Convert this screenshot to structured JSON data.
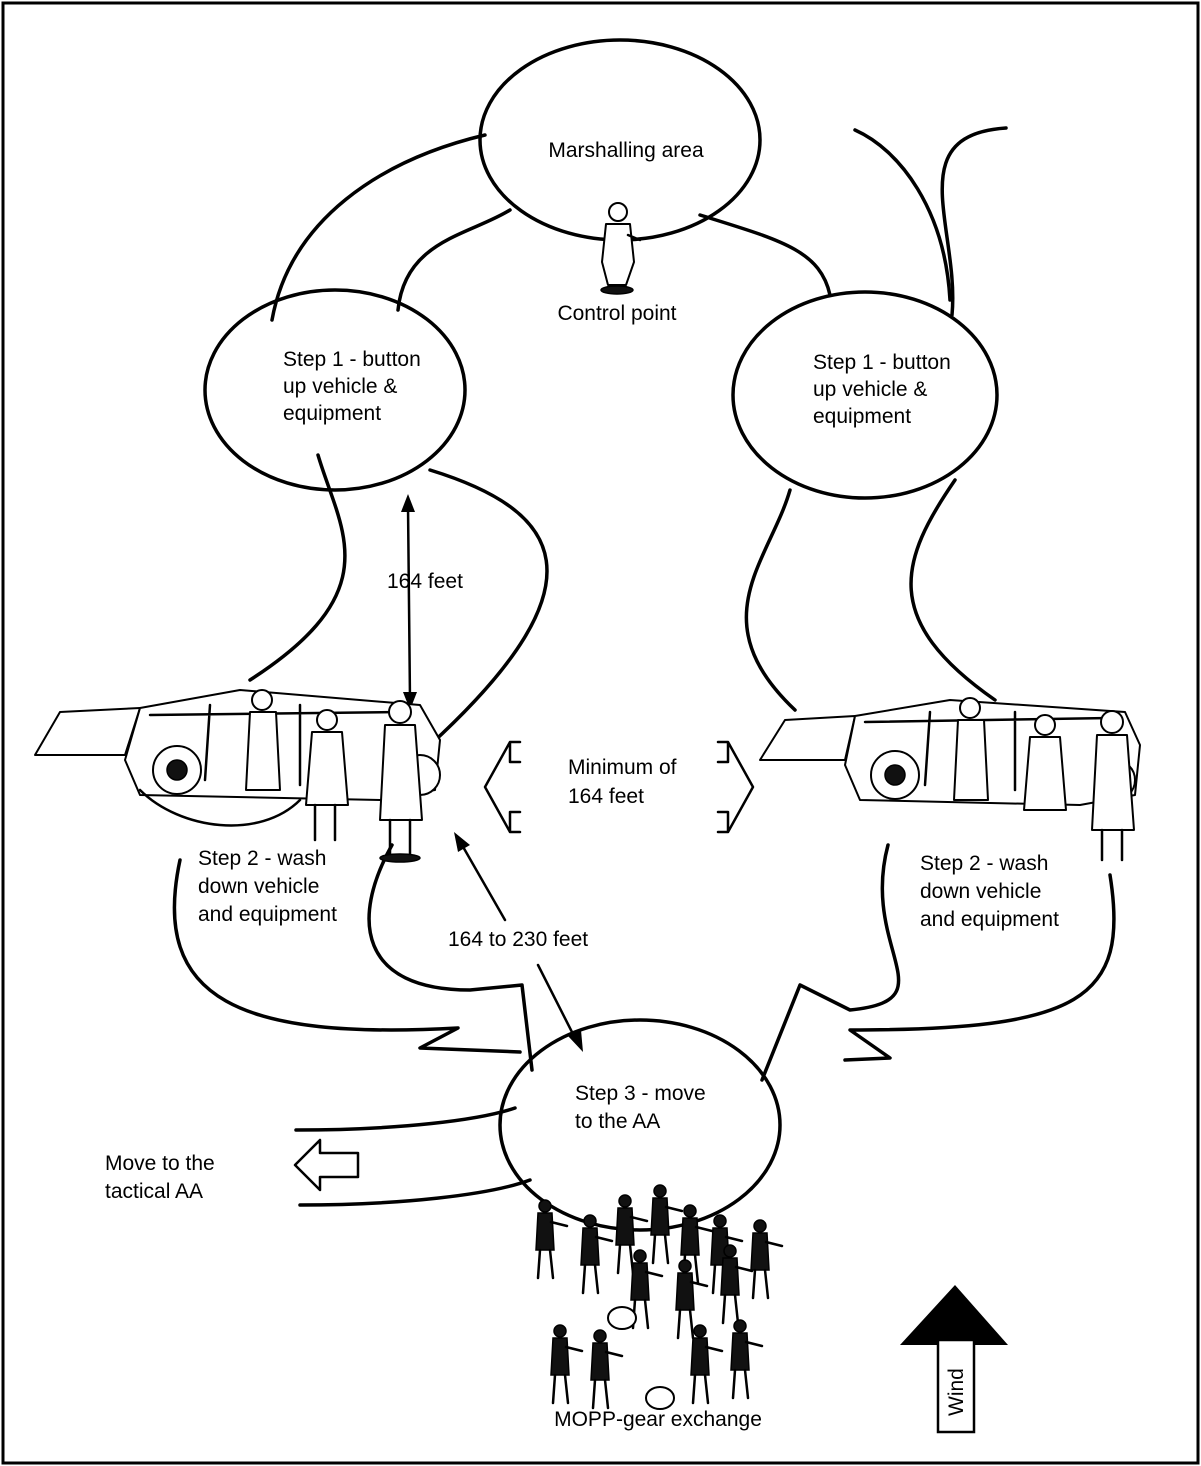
{
  "labels": {
    "marshalling": "Marshalling area",
    "control_point": "Control point",
    "step1_left": [
      "Step 1 - button",
      "up vehicle &",
      "equipment"
    ],
    "step1_right": [
      "Step 1 - button",
      "up vehicle &",
      "equipment"
    ],
    "dist_164": "164 feet",
    "minimum": [
      "Minimum of",
      "164 feet"
    ],
    "step2_left": [
      "Step 2 - wash",
      "down vehicle",
      "and equipment"
    ],
    "step2_right": [
      "Step 2 - wash",
      "down vehicle",
      "and equipment"
    ],
    "dist_164_230": "164 to 230 feet",
    "step3": [
      "Step 3 - move",
      "to the AA"
    ],
    "move_tactical": [
      "Move to the",
      "tactical AA"
    ],
    "mopp": "MOPP-gear exchange",
    "wind": "Wind"
  },
  "icons": [
    "control-point-soldier-icon",
    "vehicle-left-icon",
    "vehicle-right-icon",
    "soldiers-group-icon",
    "wind-arrow-icon",
    "exit-arrow-icon"
  ]
}
